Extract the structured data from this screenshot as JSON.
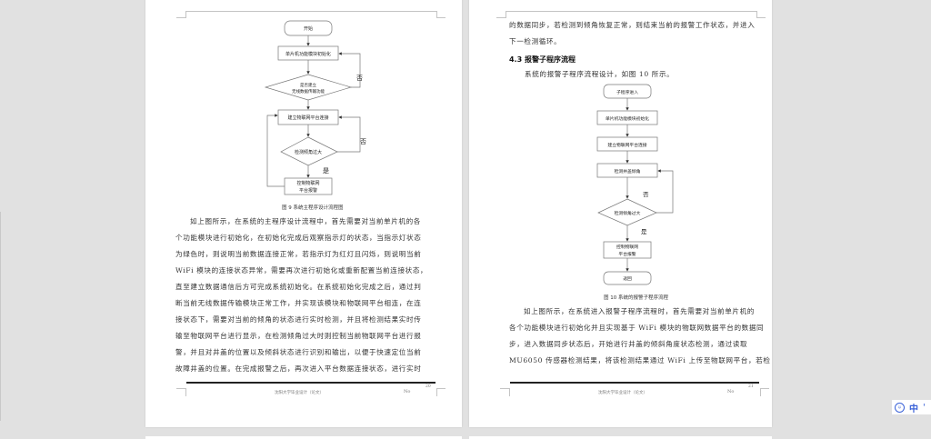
{
  "viewer": {
    "background": "#e1e1e1",
    "ime_bar": {
      "icon": "ime-logo-icon",
      "icon_text": "☺",
      "mode_label": "中",
      "extra": "'"
    }
  },
  "pages": [
    {
      "number": "20",
      "footer": {
        "school": "沈阳大学毕业设计（论文）",
        "no_label": "No",
        "page_num": "20"
      },
      "flowchart": {
        "caption": "图 9  系统主程序设计流程图",
        "nodes": {
          "start": "开始",
          "init": "单片机功能模块初始化",
          "decision1_l1": "是否建立",
          "decision1_l2": "无线数据传输功能",
          "connect": "建立物联网平台连接",
          "decision2": "检测倾角过大",
          "alarm_l1": "控制物联网",
          "alarm_l2": "平台报警"
        },
        "labels": {
          "no1": "否",
          "no2": "否",
          "yes": "是"
        }
      },
      "paragraph": {
        "lines": [
          "如上图所示，在系统的主程序设计流程中，首先需要对当前单片机的各",
          "个功能模块进行初始化，在初始化完成后观察指示灯的状态，当指示灯状态",
          "为绿色时，则说明当前数据连接正常，若指示灯为红灯且闪烁，则说明当前",
          "WiFi 模块的连接状态异常，需要再次进行初始化或重新配置当前连接状态，",
          "直至建立数据通信后方可完成系统初始化。在系统初始化完成之后，通过判",
          "断当前无线数据传输模块正常工作，并实现该模块和物联网平台相连，在连",
          "接状态下，需要对当前的倾角的状态进行实时检测，并且将检测结果实时传",
          "输至物联网平台进行显示，在检测倾角过大时则控制当前物联网平台进行报",
          "警，并且对井盖的位置以及倾斜状态进行识别和输出，以便于快速定位当前",
          "故障井盖的位置。在完成报警之后，再次进入平台数据连接状态，进行实时"
        ]
      }
    },
    {
      "number": "21",
      "footer": {
        "school": "沈阳大学毕业设计（论文）",
        "no_label": "No",
        "page_num": "21"
      },
      "intro_lines": [
        "的数据同步，若检测到倾角恢复正常，则结束当前的报警工作状态，并进入",
        "下一检测循环。"
      ],
      "section_heading": "4.3 报警子程序流程",
      "section_intro": "系统的报警子程序流程设计，如图 10 所示。",
      "flowchart": {
        "caption": "图 10  系统的报警子程序流程",
        "nodes": {
          "start": "子程序进入",
          "init": "单片机功能模块初始化",
          "connect": "建立物联网平台连接",
          "detect": "检测井盖倾角",
          "decision": "检测倾角过大",
          "alarm_l1": "控制物联网",
          "alarm_l2": "平台报警",
          "end": "返回"
        },
        "labels": {
          "no": "否",
          "yes": "是"
        }
      },
      "paragraph": {
        "lines": [
          "如上图所示，在系统进入报警子程序流程时，首先需要对当前单片机的",
          "各个功能模块进行初始化并且实现基于 WiFi 模块的物联网数据平台的数据同",
          "步，进入数据同步状态后，开始进行井盖的倾斜角度状态检测，通过读取",
          "MU6050 传感器检测结果，将该检测结果通过 WiFi 上传至物联网平台，若检"
        ]
      }
    }
  ]
}
